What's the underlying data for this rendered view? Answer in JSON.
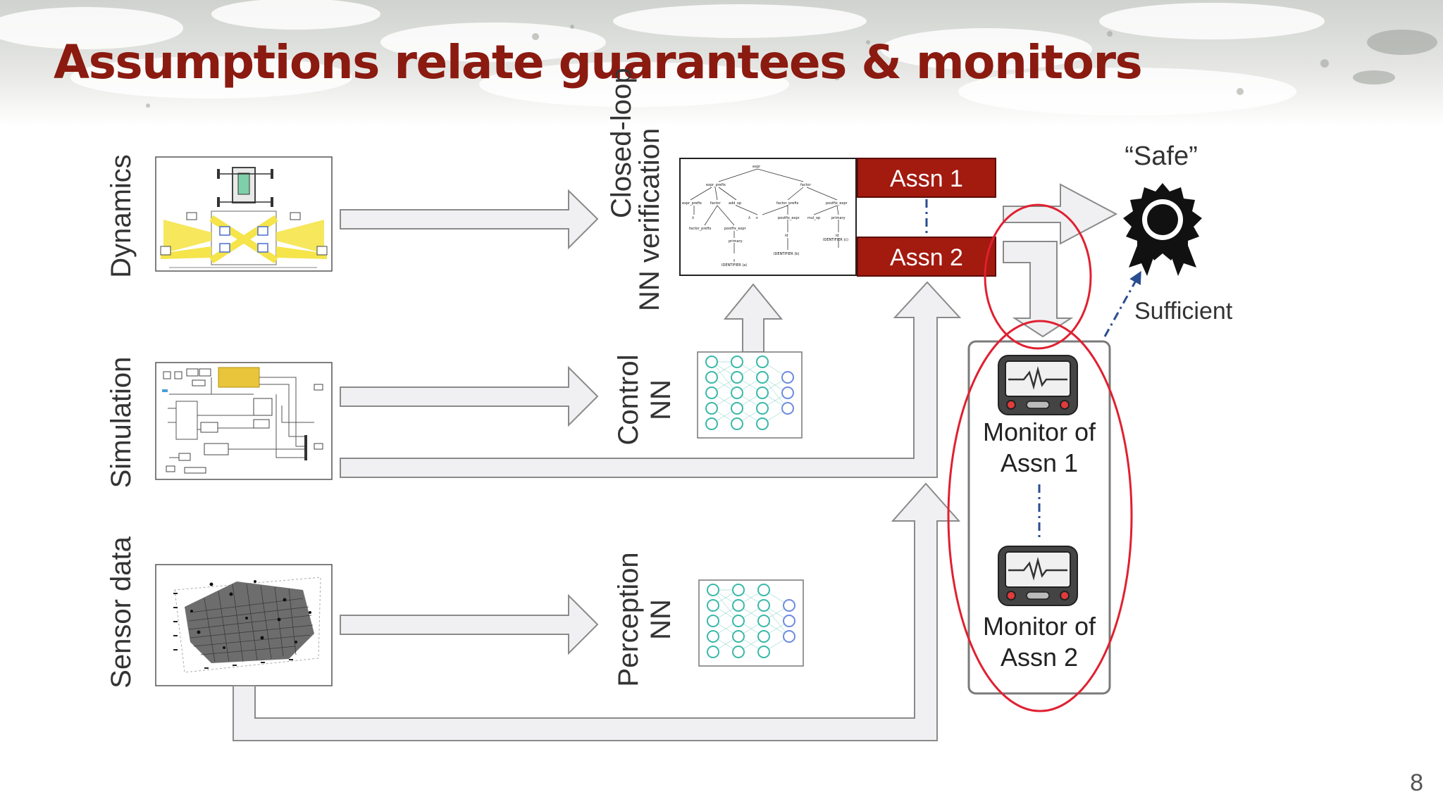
{
  "slide": {
    "title": "Assumptions relate guarantees & monitors",
    "page_number": "8",
    "colors": {
      "title": "#8b1a10",
      "assn_fill": "#a31a0f",
      "assn_border": "#5c0c06",
      "highlight_ring": "#e02030",
      "arrow_fill": "#f0f0f2",
      "arrow_stroke": "#8a8a8a",
      "dash_link": "#2a4d8f",
      "neuron": "#3ab8a8"
    }
  },
  "inputs": {
    "dynamics": {
      "label": "Dynamics"
    },
    "simulation": {
      "label": "Simulation"
    },
    "sensor": {
      "label": "Sensor data"
    }
  },
  "components": {
    "verification": {
      "line1": "Closed-loop",
      "line2": "NN verification"
    },
    "control": {
      "line1": "Control",
      "line2": "NN"
    },
    "perception": {
      "line1": "Perception",
      "line2": "NN"
    }
  },
  "assumptions": {
    "assn1": "Assn 1",
    "assn2": "Assn 2"
  },
  "monitors": {
    "m1_line1": "Monitor of",
    "m1_line2": "Assn 1",
    "m2_line1": "Monitor of",
    "m2_line2": "Assn 2"
  },
  "outcome": {
    "safe": "“Safe”",
    "sufficient": "Sufficient",
    "icon": "award-ribbon-icon"
  },
  "parse_tree": {
    "root": "expr",
    "l1": [
      "expr_prefix",
      "factor"
    ],
    "l2": [
      "expr_prefix",
      "factor",
      "add_op",
      "factor_prefix",
      "postfix_expr"
    ],
    "l3": [
      "λ",
      "factor_prefix",
      "postfix_expr",
      "+",
      "λ",
      "postfix_expr",
      "mul_op",
      "primary"
    ],
    "l4": [
      "primary",
      "id",
      "id"
    ],
    "l5": [
      "IDENTIFIER (a)",
      "IDENTIFIER (b)",
      "IDENTIFIER (c)"
    ]
  }
}
